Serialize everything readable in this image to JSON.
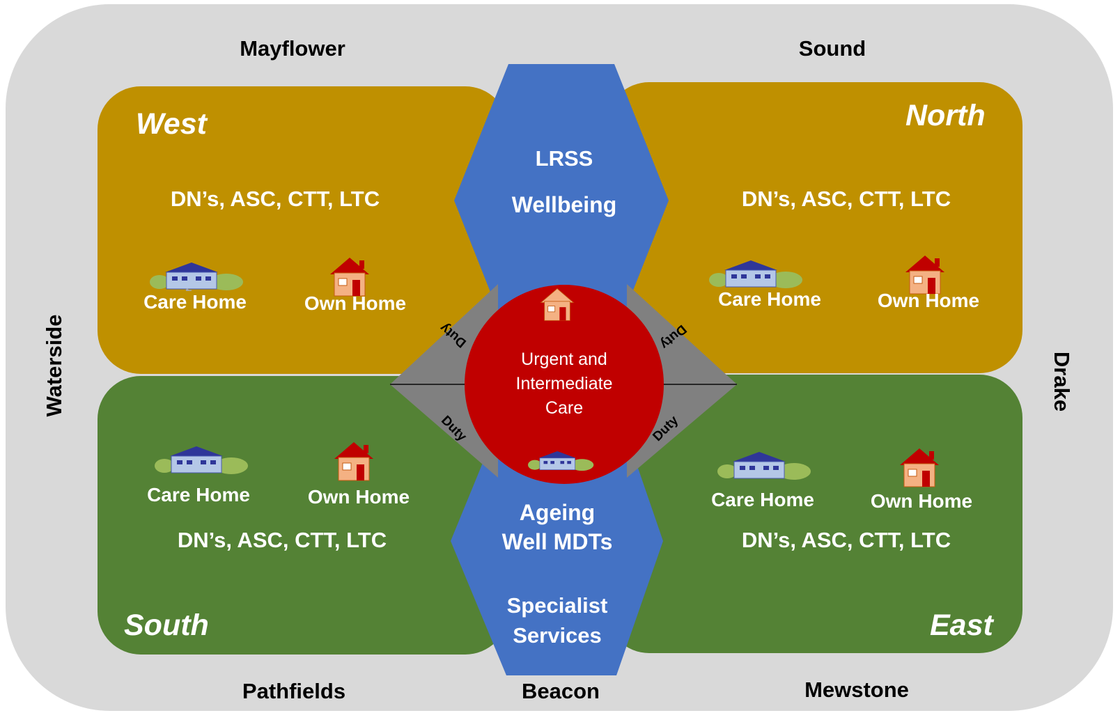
{
  "outer": {
    "top_left": "Mayflower",
    "top_right": "Sound",
    "left": "Waterside",
    "right": "Drake",
    "bottom_left": "Pathfields",
    "bottom_center": "Beacon",
    "bottom_right": "Mewstone"
  },
  "quadrants": {
    "west": {
      "name": "West",
      "services": "DN’s, ASC, CTT, LTC",
      "care_home": "Care Home",
      "own_home": "Own Home",
      "color": "#bf9000"
    },
    "north": {
      "name": "North",
      "services": "DN’s, ASC, CTT, LTC",
      "care_home": "Care Home",
      "own_home": "Own Home",
      "color": "#bf9000"
    },
    "south": {
      "name": "South",
      "services": "DN’s, ASC, CTT, LTC",
      "care_home": "Care Home",
      "own_home": "Own Home",
      "color": "#548235"
    },
    "east": {
      "name": "East",
      "services": "DN’s, ASC, CTT, LTC",
      "care_home": "Care Home",
      "own_home": "Own Home",
      "color": "#548235"
    }
  },
  "top_hexagon": {
    "line1": "LRSS",
    "line2": "Wellbeing",
    "color": "#4472c4"
  },
  "bottom_hexagon": {
    "line1": "Ageing",
    "line2": "Well MDTs",
    "line3": "Specialist",
    "line4": "Services",
    "color": "#4472c4"
  },
  "center": {
    "line1": "Urgent and",
    "line2": "Intermediate",
    "line3": "Care",
    "color": "#c00000"
  },
  "duty": {
    "label": "Duty",
    "color": "#808080"
  },
  "icons": [
    "care-home-icon",
    "own-home-icon"
  ]
}
